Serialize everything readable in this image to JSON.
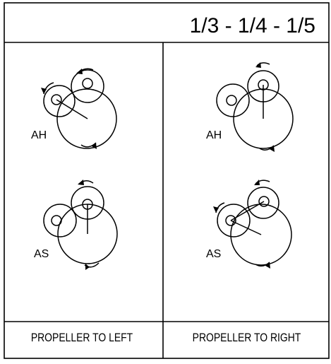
{
  "header": {
    "ratios": "1/3 - 1/4 - 1/5"
  },
  "left_column": {
    "top_label": "AH",
    "bottom_label": "AS",
    "footer": "PROPELLER TO LEFT"
  },
  "right_column": {
    "top_label": "AH",
    "bottom_label": "AS",
    "footer": "PROPELLER TO RIGHT"
  }
}
